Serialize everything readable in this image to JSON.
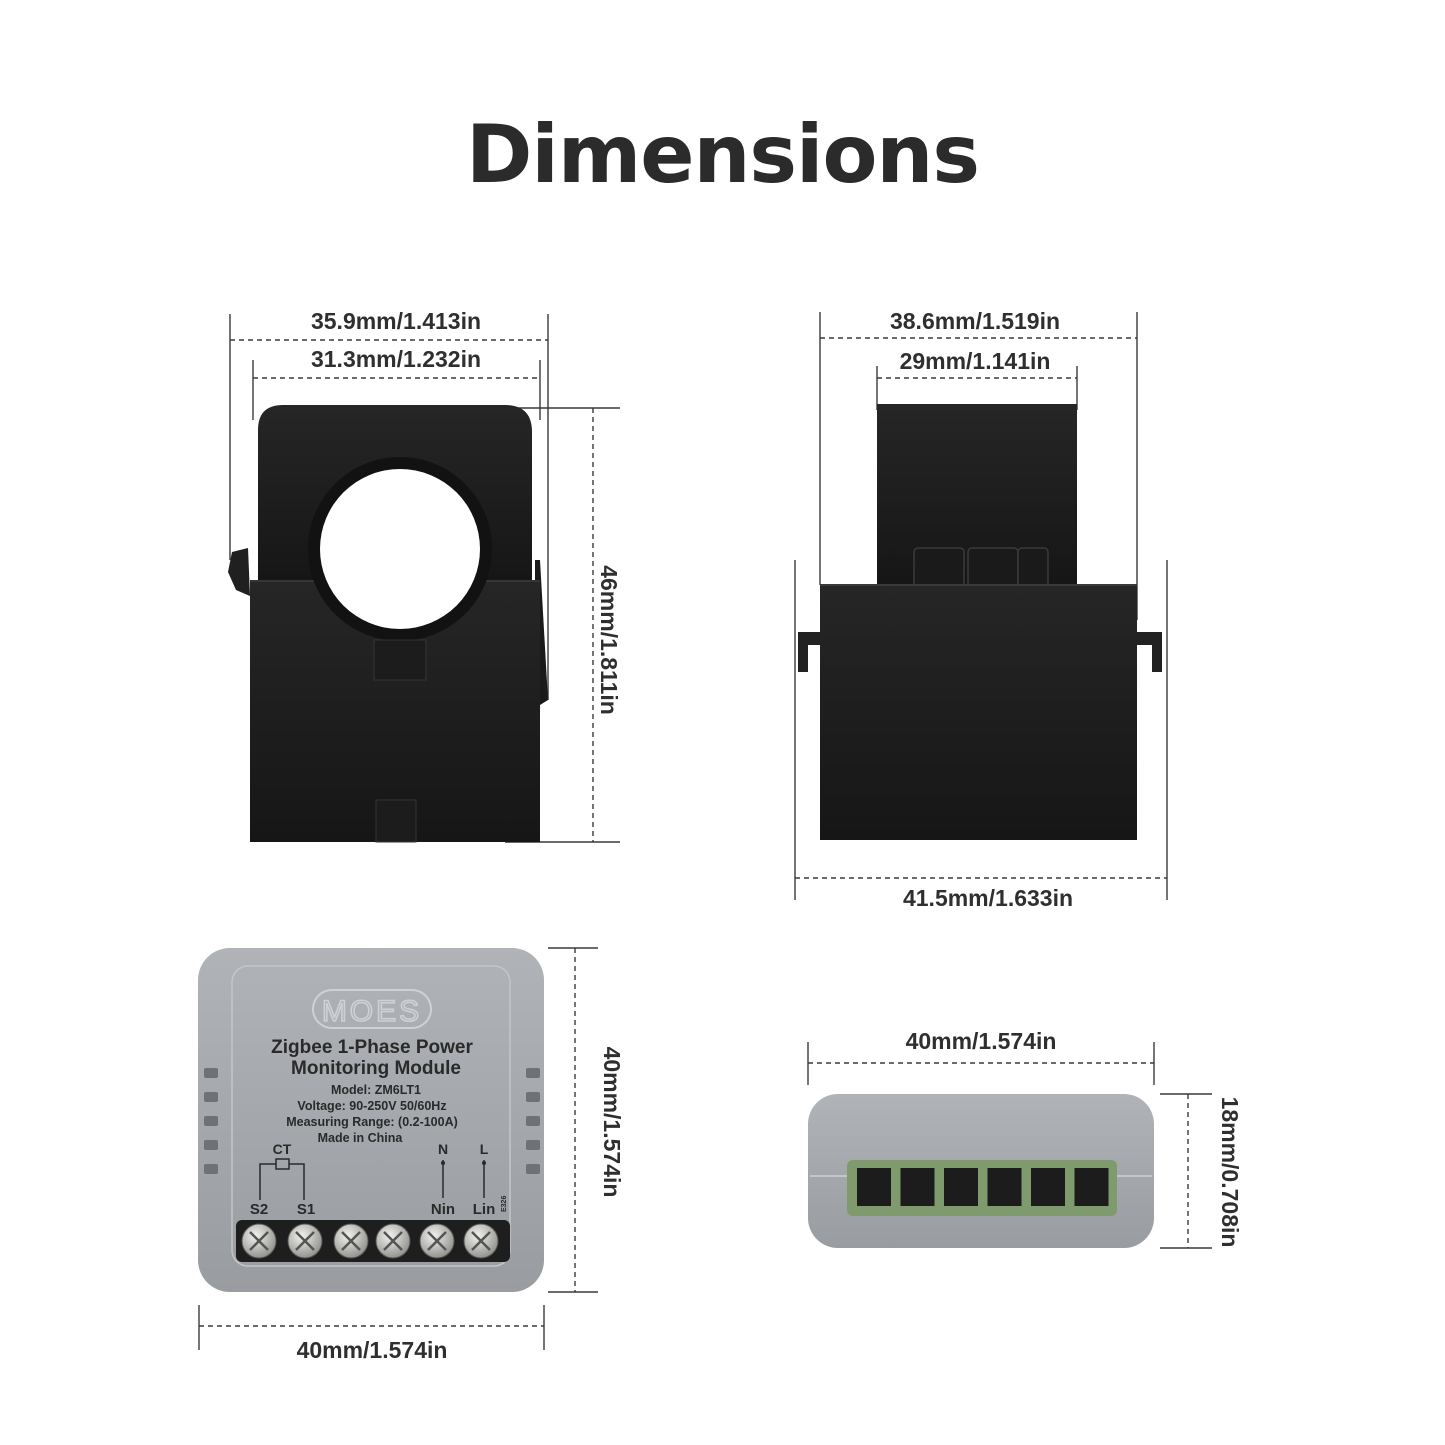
{
  "title": "Dimensions",
  "ct_front": {
    "width_outer": "35.9mm/1.413in",
    "width_inner": "31.3mm/1.232in",
    "height": "46mm/1.811in"
  },
  "ct_side": {
    "width_outer": "38.6mm/1.519in",
    "width_inner": "29mm/1.141in",
    "width_bottom": "41.5mm/1.633in"
  },
  "module_front": {
    "brand": "MOES",
    "product_line1": "Zigbee 1-Phase Power",
    "product_line2": "Monitoring Module",
    "model": "Model: ZM6LT1",
    "voltage": "Voltage: 90-250V 50/60Hz",
    "range": "Measuring Range: (0.2-100A)",
    "origin": "Made in China",
    "ct_label": "CT",
    "n_label": "N",
    "l_label": "L",
    "t1": "S2",
    "t2": "S1",
    "t3": "Nin",
    "t4": "Lin",
    "side_code": "E326",
    "width": "40mm/1.574in",
    "height": "40mm/1.574in"
  },
  "module_side": {
    "width": "40mm/1.574in",
    "depth": "18mm/0.708in"
  },
  "colors": {
    "device_black": "#1e1e1e",
    "module_grey": "#a3a6aa",
    "terminal_green": "#7f9a6c"
  }
}
